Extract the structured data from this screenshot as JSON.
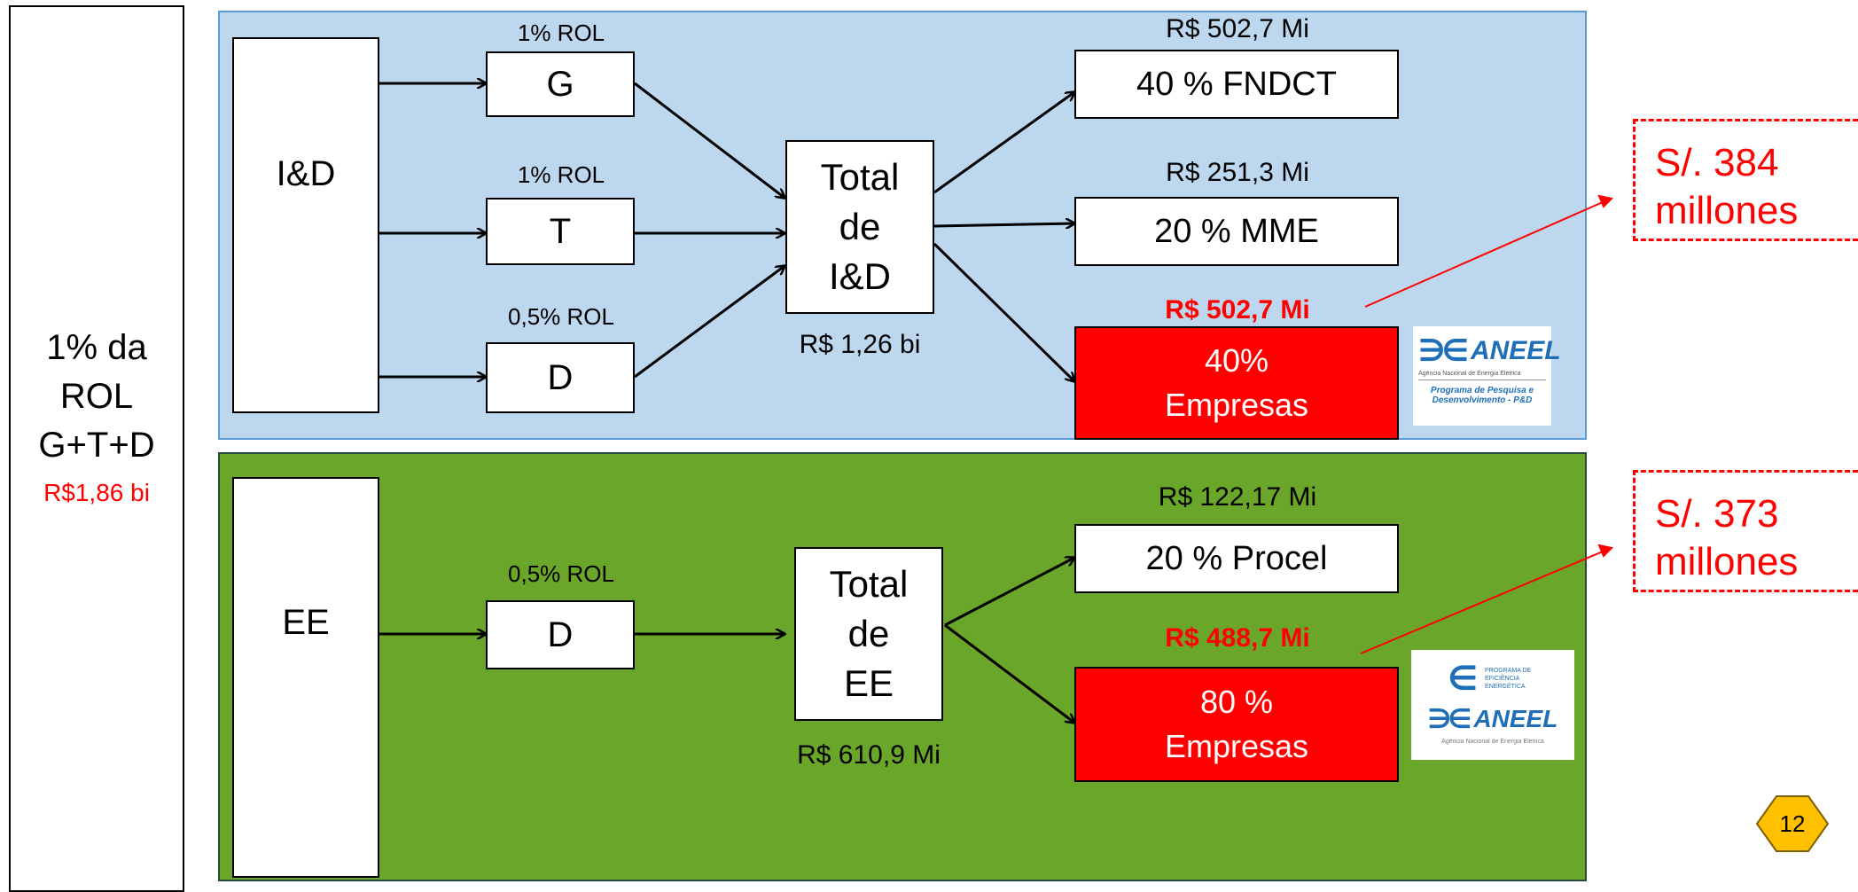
{
  "left_column": {
    "line1": "1% da",
    "line2": "ROL",
    "line3": "G+T+D",
    "amount": "R$1,86 bi"
  },
  "id_panel": {
    "source_label": "I&D",
    "items": [
      {
        "rate": "1% ROL",
        "letter": "G"
      },
      {
        "rate": "1% ROL",
        "letter": "T"
      },
      {
        "rate": "0,5% ROL",
        "letter": "D"
      }
    ],
    "total": {
      "line1": "Total",
      "line2": "de",
      "line3": "I&D",
      "amount": "R$ 1,26 bi"
    },
    "destinations": [
      {
        "amount": "R$ 502,7 Mi",
        "label": "40 % FNDCT"
      },
      {
        "amount": "R$ 251,3 Mi",
        "label": "20 % MME"
      },
      {
        "amount": "R$ 502,7 Mi",
        "line1": "40%",
        "line2": "Empresas"
      }
    ],
    "callout": {
      "line1": "S/. 384",
      "line2": "millones"
    },
    "logo": {
      "brand": "ANEEL",
      "subtitle": "Agência Nacional de Energia Elétrica",
      "program_line1": "Programa de Pesquisa e",
      "program_line2": "Desenvolvimento - P&D"
    }
  },
  "ee_panel": {
    "source_label": "EE",
    "item": {
      "rate": "0,5% ROL",
      "letter": "D"
    },
    "total": {
      "line1": "Total",
      "line2": "de",
      "line3": "EE",
      "amount": "R$ 610,9 Mi"
    },
    "destinations": [
      {
        "amount": "R$ 122,17 Mi",
        "label": "20 % Procel"
      },
      {
        "amount": "R$ 488,7 Mi",
        "line1": "80 %",
        "line2": "Empresas"
      }
    ],
    "callout": {
      "line1": "S/. 373",
      "line2": "millones"
    },
    "logo": {
      "top_text": "Programa de Eficiência Energética",
      "brand": "ANEEL",
      "subtitle": "Agência Nacional de Energia Elétrica"
    }
  },
  "page_number": "12",
  "colors": {
    "id_panel_bg": "#bdd7ee",
    "ee_panel_bg": "#6aa629",
    "highlight": "#ff0000",
    "badge": "#ffc000"
  }
}
